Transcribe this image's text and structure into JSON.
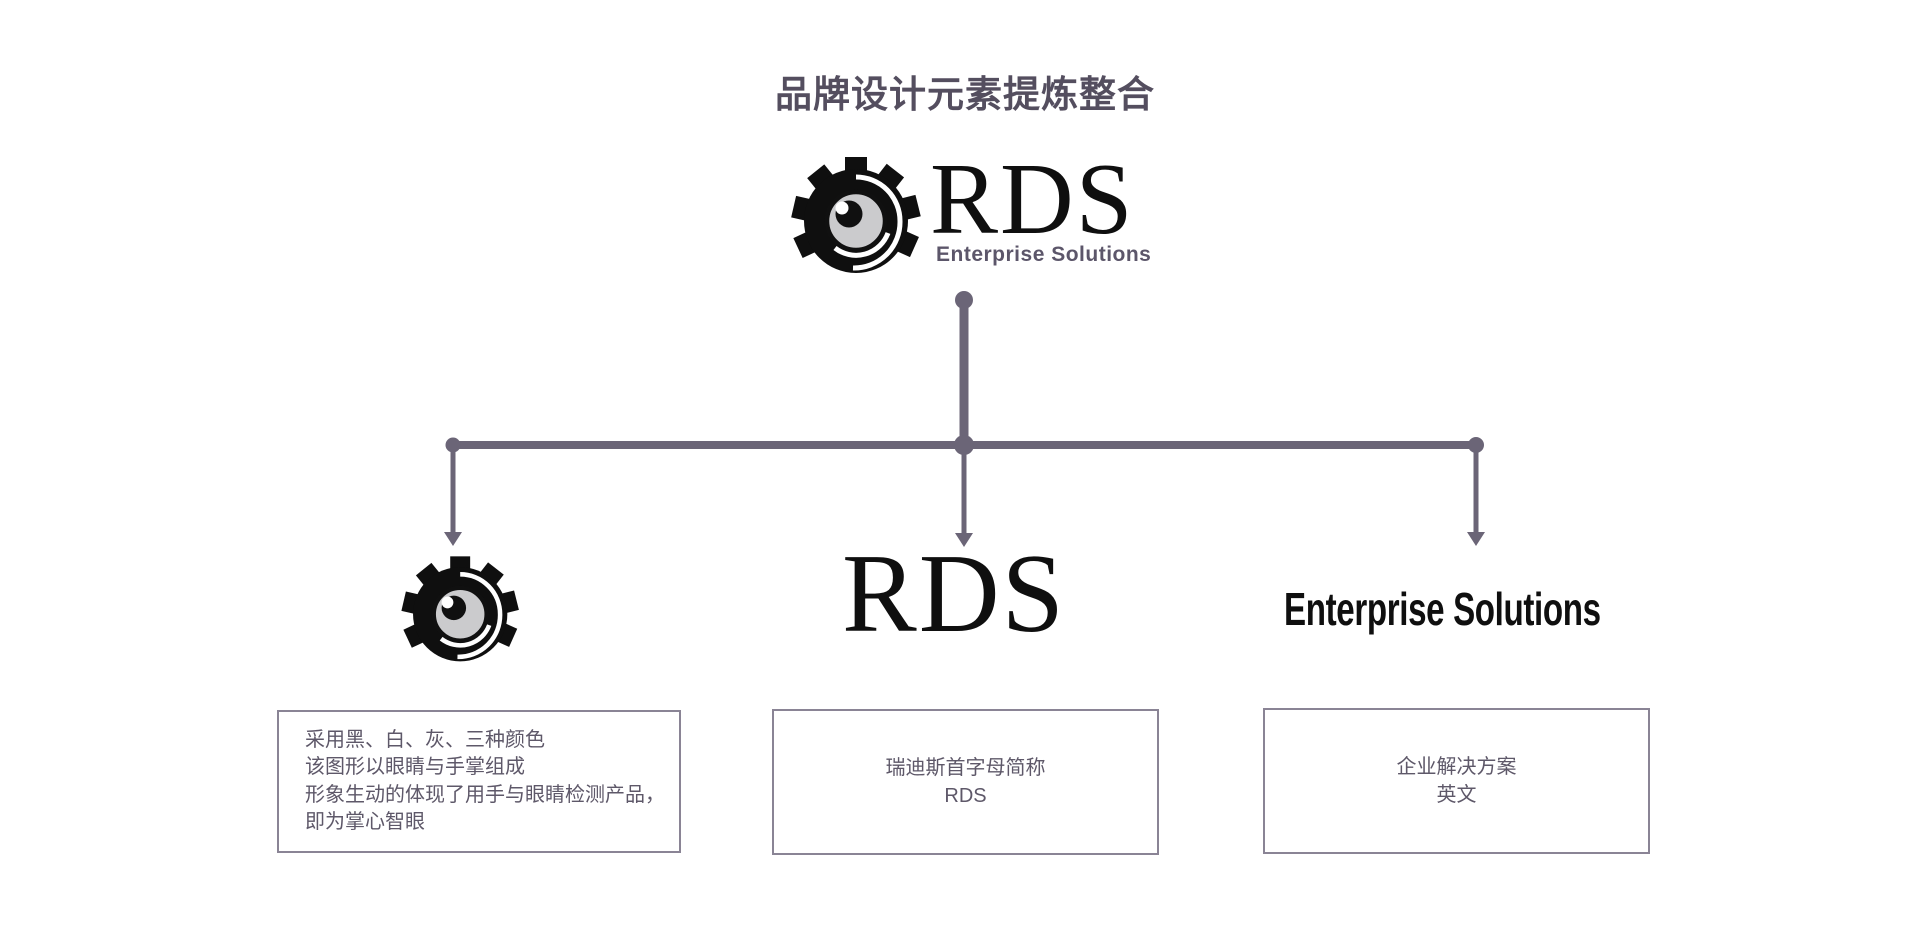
{
  "title": "品牌设计元素提炼整合",
  "logo": {
    "name": "RDS",
    "subtitle": "Enterprise Solutions",
    "icon": "gear-eye-icon"
  },
  "columns": [
    {
      "id": "symbol",
      "element": "gear-eye-icon",
      "description_lines": [
        "采用黑、白、灰、三种颜色",
        "该图形以眼睛与手掌组成",
        "形象生动的体现了用手与眼睛检测产品，",
        "即为掌心智眼"
      ]
    },
    {
      "id": "wordmark",
      "element": "RDS",
      "description_lines": [
        "瑞迪斯首字母简称",
        "RDS"
      ]
    },
    {
      "id": "tagline",
      "element": "Enterprise Solutions",
      "description_lines": [
        "企业解决方案",
        "英文"
      ]
    }
  ],
  "colors": {
    "background": "#ffffff",
    "title_text": "#544e5f",
    "connector": "#6b6577",
    "box_border": "#8a8495",
    "box_text": "#5e5869",
    "logo_black": "#0f0f0f",
    "logo_subtitle": "#5c566a",
    "eye_gray": "#cbcbcd"
  }
}
